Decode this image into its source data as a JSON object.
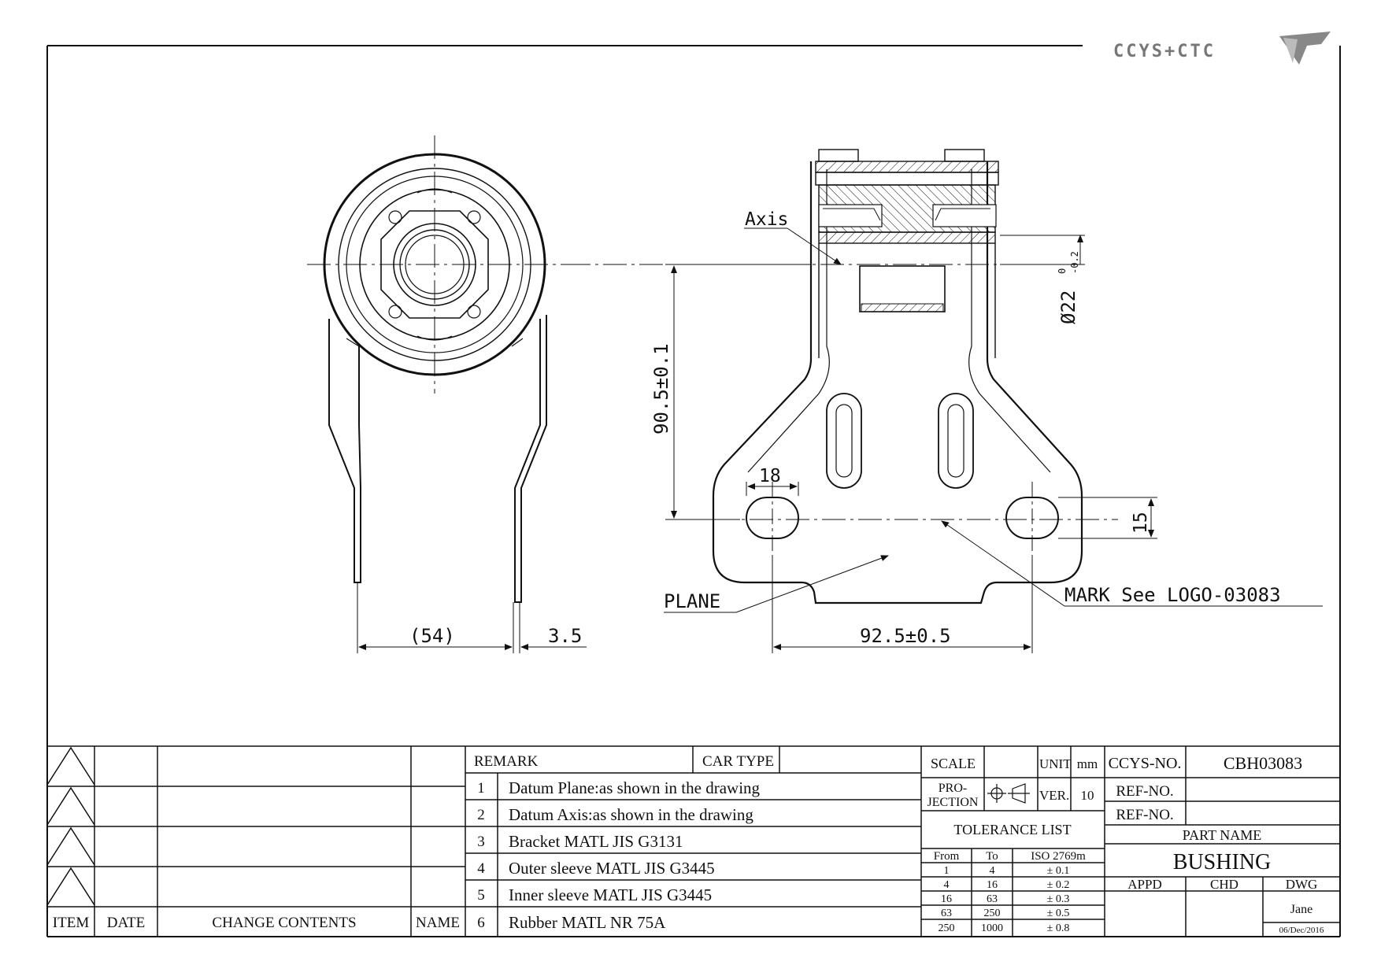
{
  "logo": {
    "text": "CCYS+CTC"
  },
  "dimensions": {
    "axis": "Axis",
    "diameter": "Ø22",
    "diameter_tol_upper": "0",
    "diameter_tol_lower": "-0.2",
    "height": "90.5±0.1",
    "slot_width": "18",
    "slot_height": "15",
    "plane": "PLANE",
    "mark": "MARK See LOGO-03083",
    "width": "(54)",
    "thickness": "3.5",
    "hole_spacing": "92.5±0.5"
  },
  "revision": {
    "headers": [
      "ITEM",
      "DATE",
      "CHANGE CONTENTS",
      "NAME"
    ]
  },
  "remarks": {
    "remark_label": "REMARK",
    "car_type_label": "CAR TYPE",
    "car_type_value": "",
    "items": [
      {
        "no": "1",
        "text": "Datum Plane:as shown in the drawing"
      },
      {
        "no": "2",
        "text": "Datum Axis:as shown in the drawing"
      },
      {
        "no": "3",
        "text": "Bracket MATL JIS G3131"
      },
      {
        "no": "4",
        "text": "Outer sleeve MATL JIS G3445"
      },
      {
        "no": "5",
        "text": "Inner sleeve MATL JIS G3445"
      },
      {
        "no": "6",
        "text": "Rubber MATL NR 75A"
      }
    ]
  },
  "info": {
    "scale_label": "SCALE",
    "scale_value": "",
    "unit_label": "UNIT",
    "unit_value": "mm",
    "projection_label_1": "PRO-",
    "projection_label_2": "JECTION",
    "ver_label": "VER.",
    "ver_value": "10",
    "tolerance_title": "TOLERANCE LIST",
    "tol_headers": [
      "From",
      "To",
      "ISO 2769m"
    ],
    "tol_rows": [
      [
        "1",
        "4",
        "± 0.1"
      ],
      [
        "4",
        "16",
        "± 0.2"
      ],
      [
        "16",
        "63",
        "± 0.3"
      ],
      [
        "63",
        "250",
        "± 0.5"
      ],
      [
        "250",
        "1000",
        "± 0.8"
      ]
    ]
  },
  "title_block": {
    "ccys_no_label": "CCYS-NO.",
    "ccys_no_value": "CBH03083",
    "ref_no_label_1": "REF-NO.",
    "ref_no_label_2": "REF-NO.",
    "part_name_label": "PART NAME",
    "part_name_value": "BUSHING",
    "appd_label": "APPD",
    "chd_label": "CHD",
    "dwg_label": "DWG",
    "dwg_name": "Jane",
    "dwg_date": "06/Dec/2016"
  }
}
